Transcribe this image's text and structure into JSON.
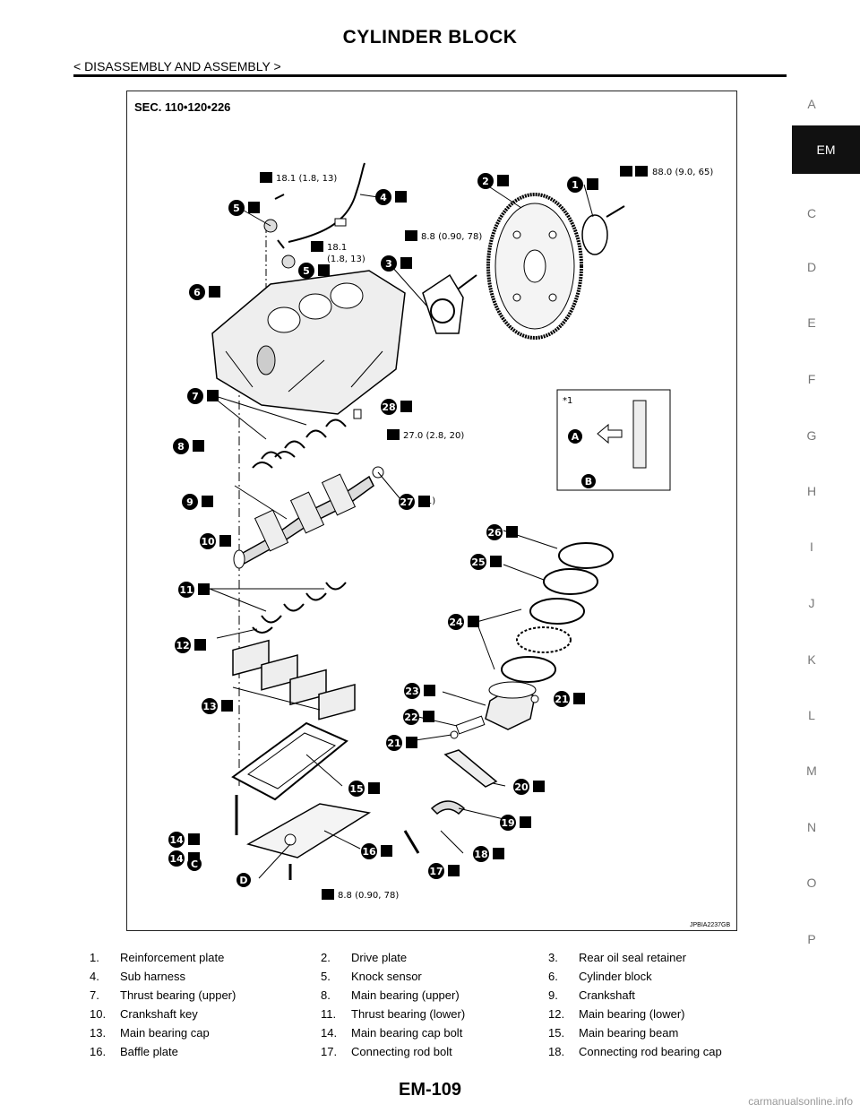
{
  "header": {
    "title": "CYLINDER BLOCK",
    "subtitle": "< DISASSEMBLY AND ASSEMBLY >"
  },
  "side_index": {
    "letters": [
      "A",
      "EM",
      "C",
      "D",
      "E",
      "F",
      "G",
      "H",
      "I",
      "J",
      "K",
      "L",
      "M",
      "N",
      "O",
      "P"
    ],
    "active": "EM"
  },
  "figure": {
    "section_label": "SEC. 110•120•226",
    "figure_id": "JPBIA2237GB",
    "torque_labels": {
      "t1": "18.1 (1.8, 13)",
      "t2a": "18.1",
      "t2b": "(1.8, 13)",
      "t3": "8.8 (0.90, 78)",
      "t4": "88.0 (9.0, 65)",
      "t5": "27.0 (2.8, 20)",
      "t6": "8.8 (0.90, 78)"
    },
    "inset_label": "*1",
    "note_27": "(*1)",
    "letters": [
      "A",
      "B",
      "C",
      "D"
    ],
    "callouts": [
      "1",
      "2",
      "3",
      "4",
      "5",
      "6",
      "7",
      "8",
      "9",
      "10",
      "11",
      "12",
      "13",
      "14",
      "15",
      "16",
      "17",
      "18",
      "19",
      "20",
      "21",
      "22",
      "23",
      "24",
      "25",
      "26",
      "27",
      "28"
    ]
  },
  "legend": [
    [
      "1.",
      "Reinforcement plate",
      "2.",
      "Drive plate",
      "3.",
      "Rear oil seal retainer"
    ],
    [
      "4.",
      "Sub harness",
      "5.",
      "Knock sensor",
      "6.",
      "Cylinder block"
    ],
    [
      "7.",
      "Thrust bearing (upper)",
      "8.",
      "Main bearing (upper)",
      "9.",
      "Crankshaft"
    ],
    [
      "10.",
      "Crankshaft key",
      "11.",
      "Thrust bearing (lower)",
      "12.",
      "Main bearing (lower)"
    ],
    [
      "13.",
      "Main bearing cap",
      "14.",
      "Main bearing cap bolt",
      "15.",
      "Main bearing beam"
    ],
    [
      "16.",
      "Baffle plate",
      "17.",
      "Connecting rod bolt",
      "18.",
      "Connecting rod bearing cap"
    ]
  ],
  "footer": {
    "page_number": "EM-109",
    "watermark": "carmanualsonline.info"
  }
}
